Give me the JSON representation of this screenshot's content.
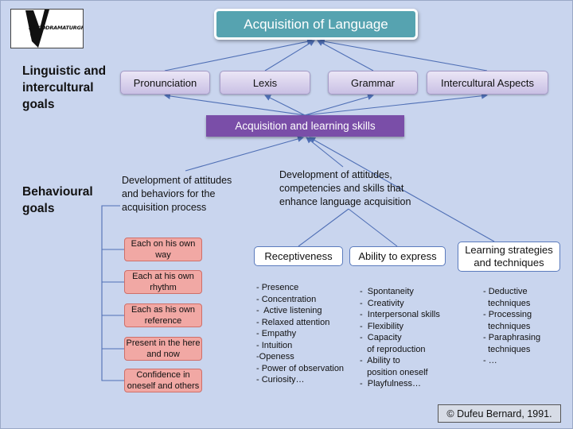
{
  "logo": {
    "text": "PSICODRAMATURGHE"
  },
  "title": "Acquisition of Language",
  "side_labels": {
    "linguistic": "Linguistic and intercultural goals",
    "behavioural": "Behavioural goals"
  },
  "linguistic_goals": [
    "Pronunciation",
    "Lexis",
    "Grammar",
    "Intercultural Aspects"
  ],
  "skills_box": "Acquisition and learning skills",
  "development": {
    "behaviors": "Development of attitudes and behaviors for the acquisition process",
    "enhance": "Development of  attitudes, competencies and skills that enhance language acquisition"
  },
  "behaviour_boxes": [
    "Each on his own way",
    "Each at his own rhythm",
    "Each as his own reference",
    "Present in the here and now",
    "Confidence in oneself and others"
  ],
  "categories": {
    "receptiveness": "Receptiveness",
    "express": "Ability to express",
    "strategies": "Learning strategies and techniques"
  },
  "lists": {
    "receptiveness": [
      "- Presence",
      "- Concentration",
      "-  Active listening",
      "- Relaxed attention",
      "- Empathy",
      "- Intuition",
      "-Openess",
      "- Power of observation",
      "- Curiosity…"
    ],
    "express": [
      "-  Spontaneity",
      "-  Creativity",
      "-  Interpersonal skills",
      "-  Flexibility",
      "-  Capacity",
      "   of reproduction",
      "-  Ability to",
      "   position oneself",
      "-  Playfulness…"
    ],
    "strategies": [
      "- Deductive",
      "  techniques",
      "- Processing",
      "  techniques",
      "- Paraphrasing",
      "  techniques",
      "- …"
    ]
  },
  "copyright": "© Dufeu Bernard, 1991."
}
